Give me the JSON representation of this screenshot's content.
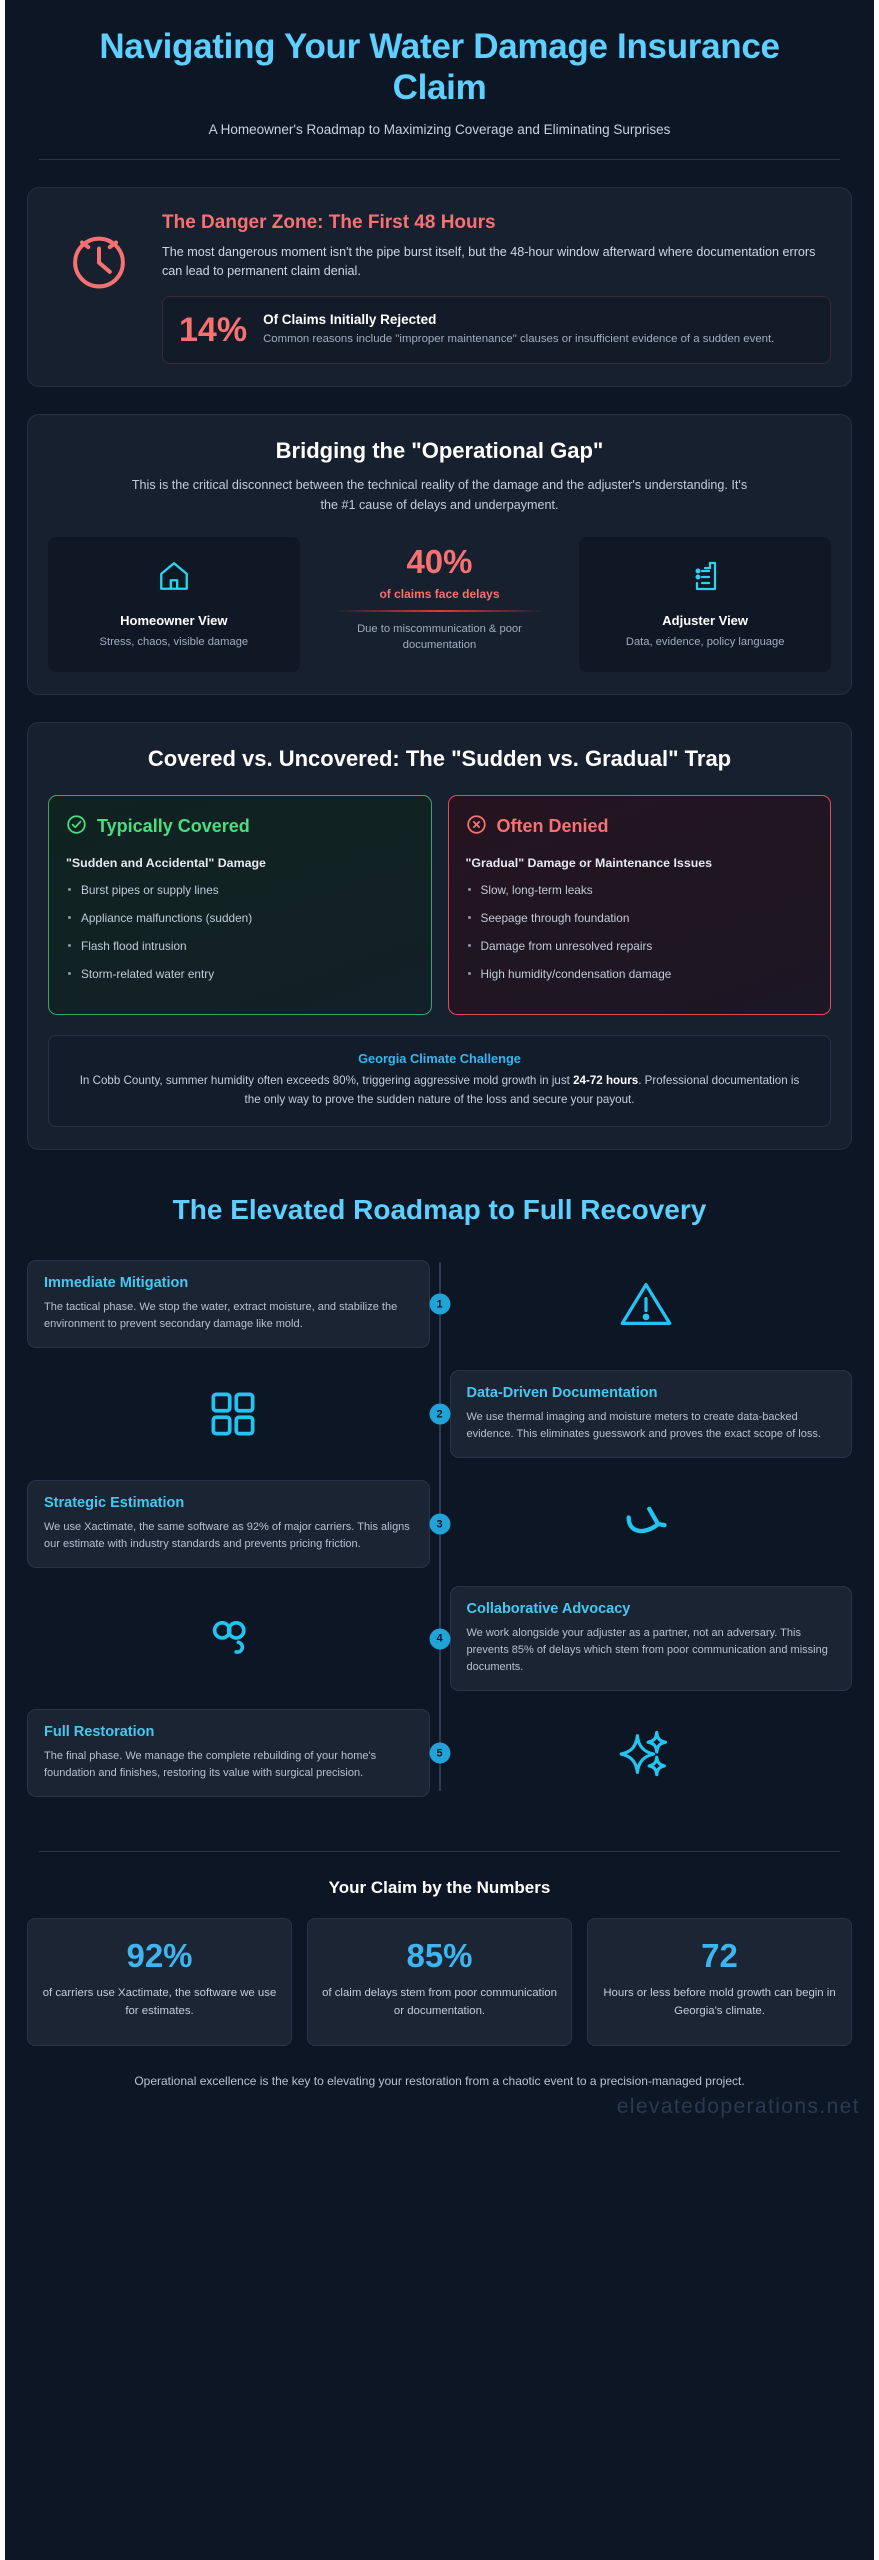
{
  "header": {
    "title": "Navigating Your Water Damage Insurance Claim",
    "subtitle": "A Homeowner's Roadmap to Maximizing Coverage and Eliminating Surprises"
  },
  "danger": {
    "title": "The Danger Zone: The First 48 Hours",
    "description": "The most dangerous moment isn't the pipe burst itself, but the 48-hour window afterward where documentation errors can lead to permanent claim denial.",
    "stat_value": "14%",
    "stat_heading": "Of Claims Initially Rejected",
    "stat_sub": "Common reasons include \"improper maintenance\" clauses or insufficient evidence of a sudden event.",
    "accent": "#f87171",
    "icon": "clock-icon"
  },
  "gap": {
    "title": "Bridging the \"Operational Gap\"",
    "subtitle": "This is the critical disconnect between the technical reality of the damage and the adjuster's understanding. It's the #1 cause of delays and underpayment.",
    "left": {
      "icon": "home-icon",
      "name": "Homeowner View",
      "desc": "Stress, chaos, visible damage"
    },
    "middle": {
      "value": "40%",
      "label": "of claims face delays",
      "note": "Due to miscommunication & poor documentation",
      "accent": "#f87171"
    },
    "right": {
      "icon": "clipboard-icon",
      "name": "Adjuster View",
      "desc": "Data, evidence, policy language"
    }
  },
  "coverage": {
    "title": "Covered vs. Uncovered: The \"Sudden vs. Gradual\" Trap",
    "covered": {
      "icon": "check-circle-icon",
      "heading": "Typically Covered",
      "subheading": "\"Sudden and Accidental\" Damage",
      "accent": "#4ade80",
      "items": [
        "Burst pipes or supply lines",
        "Appliance malfunctions (sudden)",
        "Flash flood intrusion",
        "Storm-related water entry"
      ]
    },
    "denied": {
      "icon": "x-circle-icon",
      "heading": "Often Denied",
      "subheading": "\"Gradual\" Damage or Maintenance Issues",
      "accent": "#f87171",
      "items": [
        "Slow, long-term leaks",
        "Seepage through foundation",
        "Damage from unresolved repairs",
        "High humidity/condensation damage"
      ]
    },
    "note": {
      "title": "Georgia Climate Challenge",
      "body_pre": "In Cobb County, summer humidity often exceeds 80%, triggering aggressive mold growth in just ",
      "body_bold": "24-72 hours",
      "body_post": ". Professional documentation is the only way to prove the sudden nature of the loss and secure your payout.",
      "accent": "#35b6ee"
    }
  },
  "roadmap": {
    "title": "The Elevated Roadmap to Full Recovery",
    "steps": [
      {
        "number": "1",
        "side": "left",
        "icon": "warning-triangle-icon",
        "heading": "Immediate Mitigation",
        "text": "The tactical phase. We stop the water, extract moisture, and stabilize the environment to prevent secondary damage like mold."
      },
      {
        "number": "2",
        "side": "right",
        "icon": "grid-squares-icon",
        "heading": "Data-Driven Documentation",
        "text": "We use thermal imaging and moisture meters to create data-backed evidence. This eliminates guesswork and proves the exact scope of loss."
      },
      {
        "number": "3",
        "side": "left",
        "icon": "arrow-redirect-icon",
        "heading": "Strategic Estimation",
        "text": "We use Xactimate, the same software as 92% of major carriers. This aligns our estimate with industry standards and prevents pricing friction."
      },
      {
        "number": "4",
        "side": "right",
        "icon": "handshake-icon",
        "heading": "Collaborative Advocacy",
        "text": "We work alongside your adjuster as a partner, not an adversary. This prevents 85% of delays which stem from poor communication and missing documents."
      },
      {
        "number": "5",
        "side": "left",
        "icon": "sparkles-icon",
        "heading": "Full Restoration",
        "text": "The final phase. We manage the complete rebuilding of your home's foundation and finishes, restoring its value with surgical precision."
      }
    ]
  },
  "numbers": {
    "title": "Your Claim by the Numbers",
    "accent": "#3fb5f0",
    "cells": [
      {
        "value": "92%",
        "label": "of carriers use Xactimate, the software we use for estimates."
      },
      {
        "value": "85%",
        "label": "of claim delays stem from poor communication or documentation."
      },
      {
        "value": "72",
        "label": "Hours or less before mold growth can begin in Georgia's climate."
      }
    ]
  },
  "footer": {
    "closing": "Operational excellence is the key to elevating your restoration from a chaotic event to a precision-managed project.",
    "brand": "elevatedoperations.net"
  }
}
